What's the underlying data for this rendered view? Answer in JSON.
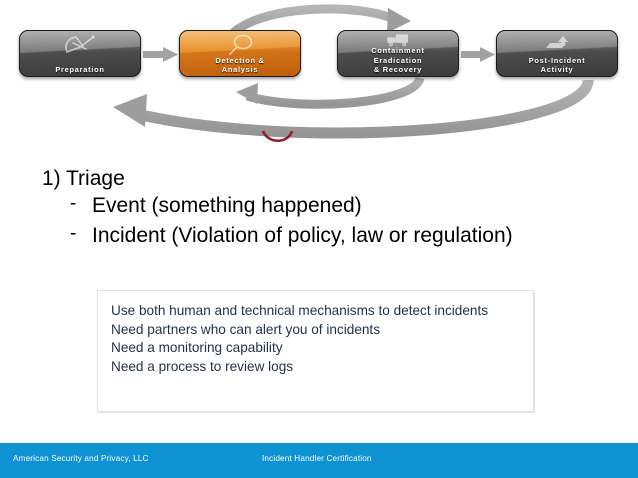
{
  "slide": {
    "background_color": "#ffffff"
  },
  "diagram": {
    "name": "incident-response-lifecycle",
    "phases": [
      {
        "id": "preparation",
        "label_lines": [
          "Preparation"
        ],
        "icon": "satellite-dish-icon",
        "style": "gray",
        "color": "#5a5a5a"
      },
      {
        "id": "detection-analysis",
        "label_lines": [
          "Detection &",
          "Analysis"
        ],
        "icon": "magnifying-glass-icon",
        "style": "orange",
        "color": "#e0891f"
      },
      {
        "id": "containment-eradication-recovery",
        "label_lines": [
          "Containment",
          "Eradication",
          "& Recovery"
        ],
        "icon": "ambulance-icon",
        "style": "gray",
        "color": "#5a5a5a"
      },
      {
        "id": "post-incident-activity",
        "label_lines": [
          "Post-Incident",
          "Activity"
        ],
        "icon": "report-arrow-icon",
        "style": "gray",
        "color": "#5a5a5a"
      }
    ],
    "connectors": [
      {
        "id": "arrow-prep-to-detection",
        "kind": "straight-arrow-right",
        "color": "#9d9d9d"
      },
      {
        "id": "arrow-containment-to-post",
        "kind": "straight-arrow-right",
        "color": "#9d9d9d"
      },
      {
        "id": "arc-detection-to-containment",
        "kind": "curved-arrow-top-right",
        "color": "#9d9d9d"
      },
      {
        "id": "arc-containment-to-detection",
        "kind": "curved-arrow-bottom-left",
        "color": "#9d9d9d"
      },
      {
        "id": "arc-post-to-preparation",
        "kind": "curved-arrow-bottom-left-long",
        "color": "#9d9d9d"
      },
      {
        "id": "arc-marker-red",
        "kind": "small-u-arc",
        "color": "#8f2030"
      }
    ]
  },
  "content": {
    "bullets": [
      {
        "marker": "1)",
        "text": "Triage",
        "level": 1
      },
      {
        "marker": "-",
        "text": "Event (something happened)",
        "level": 2
      },
      {
        "marker": "-",
        "text": "Incident (Violation of policy, law or regulation)",
        "level": 2
      }
    ]
  },
  "callout": {
    "border_color": "#dde5ec",
    "text_color": "#1f3149",
    "lines": [
      "Use both human and technical mechanisms to detect incidents",
      "Need partners who can alert you of incidents",
      "Need a monitoring capability",
      "Need a process to review logs"
    ]
  },
  "footer": {
    "background_color": "#0d93d2",
    "left_text": "American Security and Privacy, LLC",
    "center_text": "Incident Handler Certification"
  }
}
